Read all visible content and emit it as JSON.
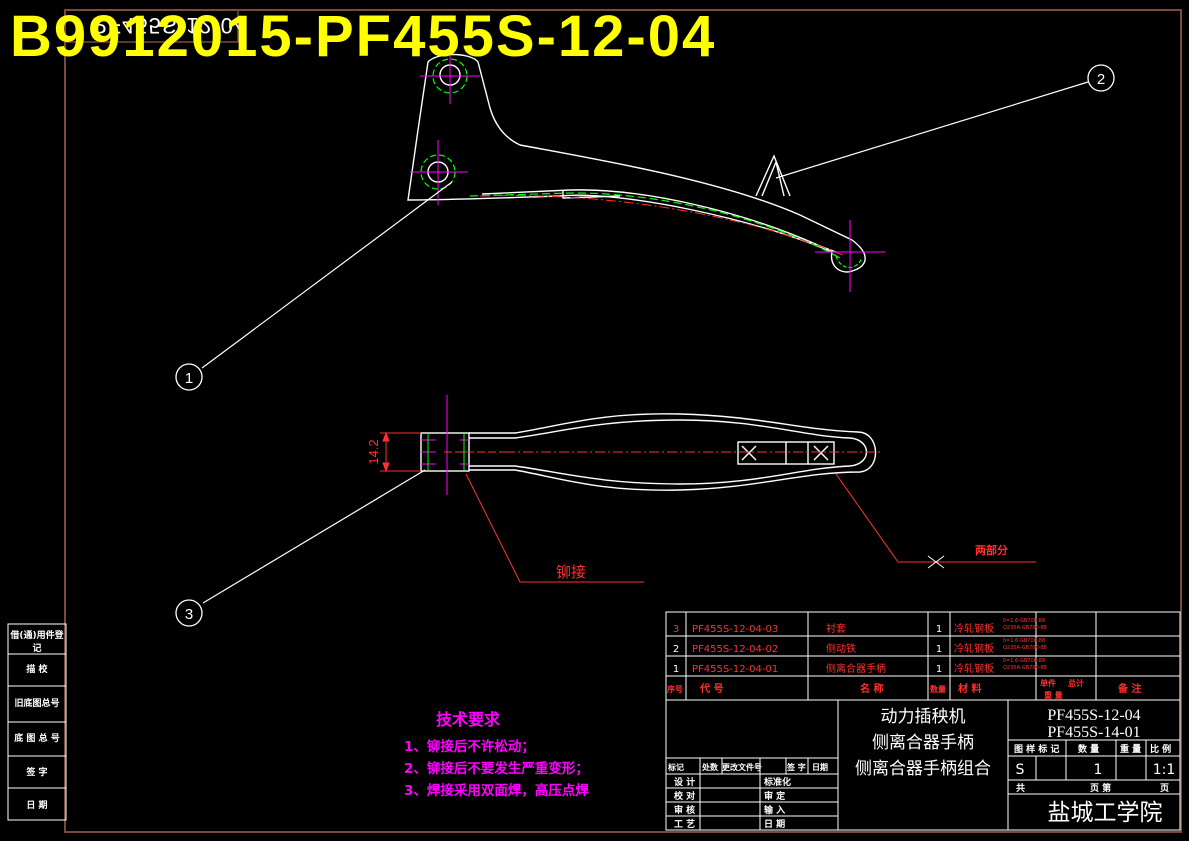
{
  "drawing_number_title": "B9912015-PF455S-12-04",
  "mirrored_number": "PF455S-12-04",
  "callouts": [
    "1",
    "2",
    "3"
  ],
  "dimension": "14.2",
  "weld_note": "铆接",
  "weld_note2": "两部分",
  "tech_requirements": {
    "title": "技术要求",
    "items": [
      "1、铆接后不许松动；",
      "2、铆接后不要发生严重变形；",
      "3、焊接采用双面焊，高压点焊"
    ]
  },
  "bom": [
    {
      "no": "3",
      "code": "PF455S-12-04-03",
      "name": "衬套",
      "qty": "1",
      "material": "冷轧钢板",
      "spec1": "δ=1.6-GB708-88",
      "spec2": "Q235A-GB700-88"
    },
    {
      "no": "2",
      "code": "PF455S-12-04-02",
      "name": "侧动铁",
      "qty": "1",
      "material": "冷轧钢板",
      "spec1": "δ=1.6-GB708-88",
      "spec2": "Q235A-GB700-88"
    },
    {
      "no": "1",
      "code": "PF455S-12-04-01",
      "name": "侧离合器手柄",
      "qty": "1",
      "material": "冷轧钢板",
      "spec1": "δ=1.6-GB708-88",
      "spec2": "Q235A-GB700-88"
    }
  ],
  "bom_header": {
    "seq": "序号",
    "code": "代 号",
    "name": "名 称",
    "qty": "数量",
    "material": "材 料",
    "unit_weight": "单件",
    "total_weight": "总计",
    "weight": "重 量",
    "remark": "备 注"
  },
  "title_block": {
    "product": "动力插秧机",
    "part_line1": "侧离合器手柄",
    "part_line2": "侧离合器手柄组合",
    "drawing_no1": "PF455S-12-04",
    "drawing_no2": "PF455S-14-01",
    "stage_hdr": "图 样 标 记",
    "qty_hdr": "数 量",
    "weight_hdr": "重 量",
    "scale_hdr": "比 例",
    "stage": "S",
    "qty": "1",
    "scale": "1:1",
    "sheets": "共",
    "sheet_of": "页 第",
    "sheet_end": "页",
    "org": "盐城工学院",
    "rev_header": [
      "标记",
      "处数",
      "更改文件号",
      "签 字",
      "日期"
    ],
    "roles_left": [
      "设 计",
      "校 对",
      "审 核",
      "工 艺"
    ],
    "roles_right": [
      "标准化",
      "审 定",
      "输 入",
      "日 期"
    ]
  },
  "side_labels": [
    "借(通)用件登记",
    "描 校",
    "旧底图总号",
    "底 图 总 号",
    "签 字",
    "日 期"
  ],
  "colors": {
    "bg": "#000000",
    "line": "#ffffff",
    "frame": "#5a3a30",
    "red": "#ff3030",
    "magenta": "#ff00ff",
    "yellow": "#ffff00",
    "green": "#00ff00"
  }
}
